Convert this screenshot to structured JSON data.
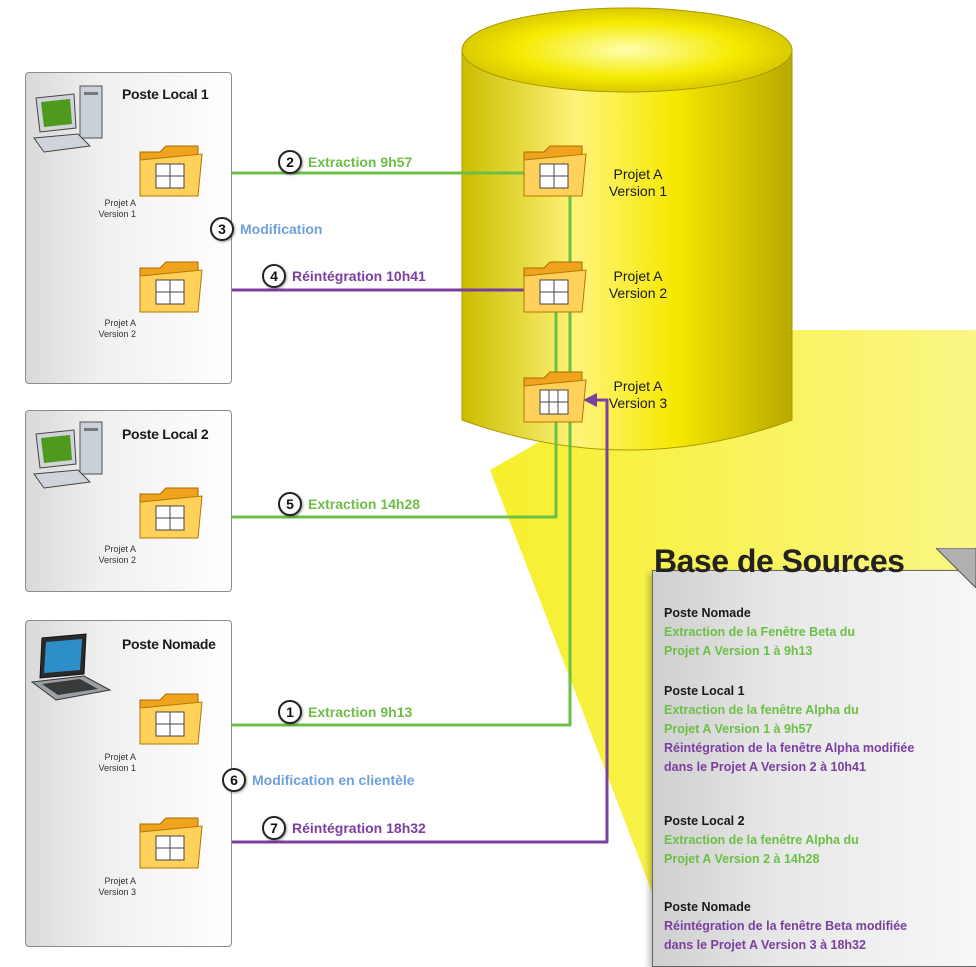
{
  "colors": {
    "extraction": "#6cbf46",
    "modification": "#6fa0da",
    "reintegration": "#7b3fa0",
    "database": "#f7ee00"
  },
  "stations": [
    {
      "title": "Poste Local 1",
      "icon": "desktop-computer-icon",
      "folders": [
        {
          "label1": "Projet A",
          "label2": "Version 1"
        },
        {
          "label1": "Projet A",
          "label2": "Version 2"
        }
      ]
    },
    {
      "title": "Poste Local 2",
      "icon": "desktop-computer-icon",
      "folders": [
        {
          "label1": "Projet A",
          "label2": "Version 2"
        }
      ]
    },
    {
      "title": "Poste Nomade",
      "icon": "laptop-icon",
      "folders": [
        {
          "label1": "Projet A",
          "label2": "Version 1"
        },
        {
          "label1": "Projet A",
          "label2": "Version 3"
        }
      ]
    }
  ],
  "database": {
    "icon": "database-cylinder-icon",
    "folders": [
      {
        "label1": "Projet A",
        "label2": "Version 1"
      },
      {
        "label1": "Projet A",
        "label2": "Version 2"
      },
      {
        "label1": "Projet A",
        "label2": "Version 3"
      }
    ]
  },
  "steps": [
    {
      "num": "1",
      "text": "Extraction 9h13",
      "kind": "extraction"
    },
    {
      "num": "2",
      "text": "Extraction 9h57",
      "kind": "extraction"
    },
    {
      "num": "3",
      "text": "Modification",
      "kind": "modification"
    },
    {
      "num": "4",
      "text": "Réintégration 10h41",
      "kind": "reintegration"
    },
    {
      "num": "5",
      "text": "Extraction 14h28",
      "kind": "extraction"
    },
    {
      "num": "6",
      "text": "Modification en clientèle",
      "kind": "modification"
    },
    {
      "num": "7",
      "text": "Réintégration 18h32",
      "kind": "reintegration"
    }
  ],
  "legend": {
    "title": "Base de Sources",
    "blocks": [
      {
        "head": "Poste Nomade",
        "lines": [
          {
            "text": "Extraction de la Fenêtre Beta du",
            "kind": "extraction"
          },
          {
            "text": "Projet A Version 1 à 9h13",
            "kind": "extraction"
          }
        ]
      },
      {
        "head": "Poste Local 1",
        "lines": [
          {
            "text": "Extraction de la fenêtre Alpha du",
            "kind": "extraction"
          },
          {
            "text": "Projet A Version 1 à 9h57",
            "kind": "extraction"
          },
          {
            "text": "Réintégration de la fenêtre Alpha modifiée",
            "kind": "reintegration"
          },
          {
            "text": "dans le Projet A Version 2 à 10h41",
            "kind": "reintegration"
          }
        ]
      },
      {
        "head": "Poste Local 2",
        "lines": [
          {
            "text": "Extraction de la fenêtre Alpha du",
            "kind": "extraction"
          },
          {
            "text": "Projet A Version 2 à 14h28",
            "kind": "extraction"
          }
        ]
      },
      {
        "head": "Poste Nomade",
        "lines": [
          {
            "text": "Réintégration de la fenêtre Beta modifiée",
            "kind": "reintegration"
          },
          {
            "text": "dans le Projet A Version 3 à 18h32",
            "kind": "reintegration"
          }
        ]
      }
    ]
  }
}
